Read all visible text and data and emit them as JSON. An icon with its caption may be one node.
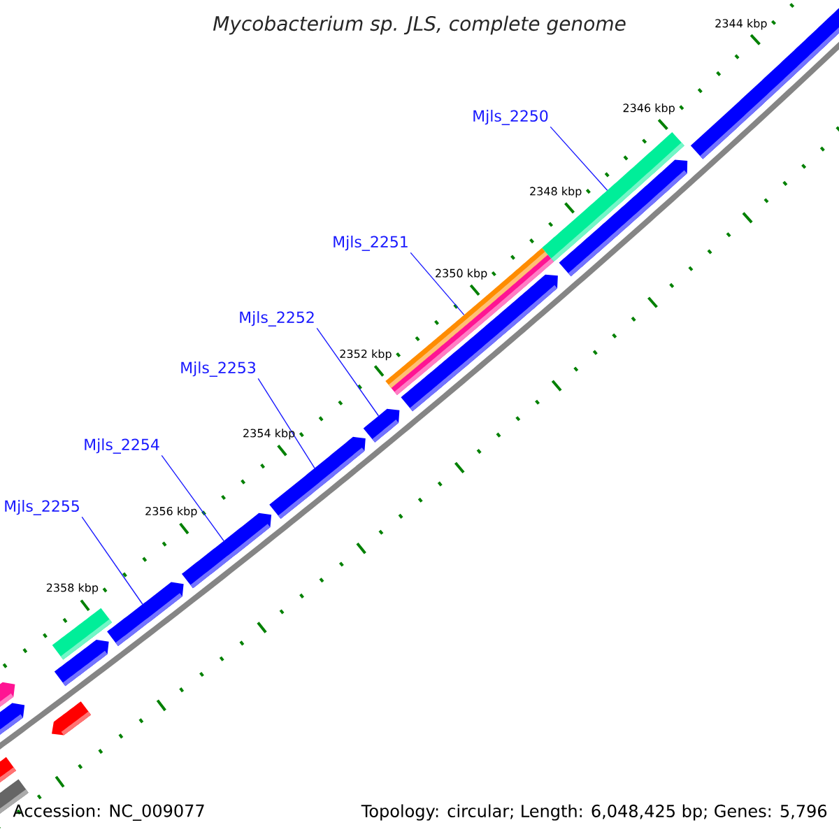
{
  "diagram": {
    "title": "Mycobacterium sp. JLS, complete genome",
    "nodes": [
      {
        "text": [
          "Mjls_2250"
        ]
      },
      {
        "text": [
          "Mjls_2251"
        ]
      },
      {
        "text": [
          "Mjls_2252"
        ]
      },
      {
        "text": [
          "Mjls_2253"
        ]
      },
      {
        "text": [
          "Mjls_2254"
        ]
      },
      {
        "text": [
          "Mjls_2255"
        ]
      },
      {
        "text": [],
        "shape": "arrow"
      },
      {
        "text": [],
        "shape": "arrow"
      },
      {
        "text": [],
        "shape": "arrow"
      },
      {
        "text": [],
        "shape": "arrow"
      },
      {
        "text": [],
        "shape": "bar"
      },
      {
        "text": [],
        "shape": "arrow"
      },
      {
        "text": [],
        "shape": "arrow"
      },
      {
        "text": [],
        "shape": "arrow"
      },
      {
        "text": [],
        "shape": "arrow"
      },
      {
        "text": [],
        "shape": "arrow"
      },
      {
        "text": [],
        "shape": "arrow"
      },
      {
        "text": [],
        "shape": "bar"
      },
      {
        "text": [],
        "shape": "bar"
      },
      {
        "text": [],
        "shape": "arrow"
      },
      {
        "text": [],
        "shape": "bar"
      },
      {
        "text": [],
        "shape": "arrow"
      },
      {
        "text": [],
        "shape": "arrow"
      }
    ],
    "edges": [
      {
        "from": 0,
        "to": 20,
        "arrow": "none"
      },
      {
        "from": 1,
        "to": 17,
        "arrow": "none"
      },
      {
        "from": 2,
        "to": 16,
        "arrow": "none"
      },
      {
        "from": 3,
        "to": 15,
        "arrow": "none"
      },
      {
        "from": 4,
        "to": 14,
        "arrow": "none"
      },
      {
        "from": 5,
        "to": 13,
        "arrow": "none"
      }
    ],
    "labels": [
      "2344 kbp",
      "2346 kbp",
      "2348 kbp",
      "2350 kbp",
      "2352 kbp",
      "2354 kbp",
      "2356 kbp",
      "2358 kbp",
      "Accession: NC_009077",
      "Topology: circular; Length: 6,048,425 bp; Genes: 5,796"
    ]
  }
}
